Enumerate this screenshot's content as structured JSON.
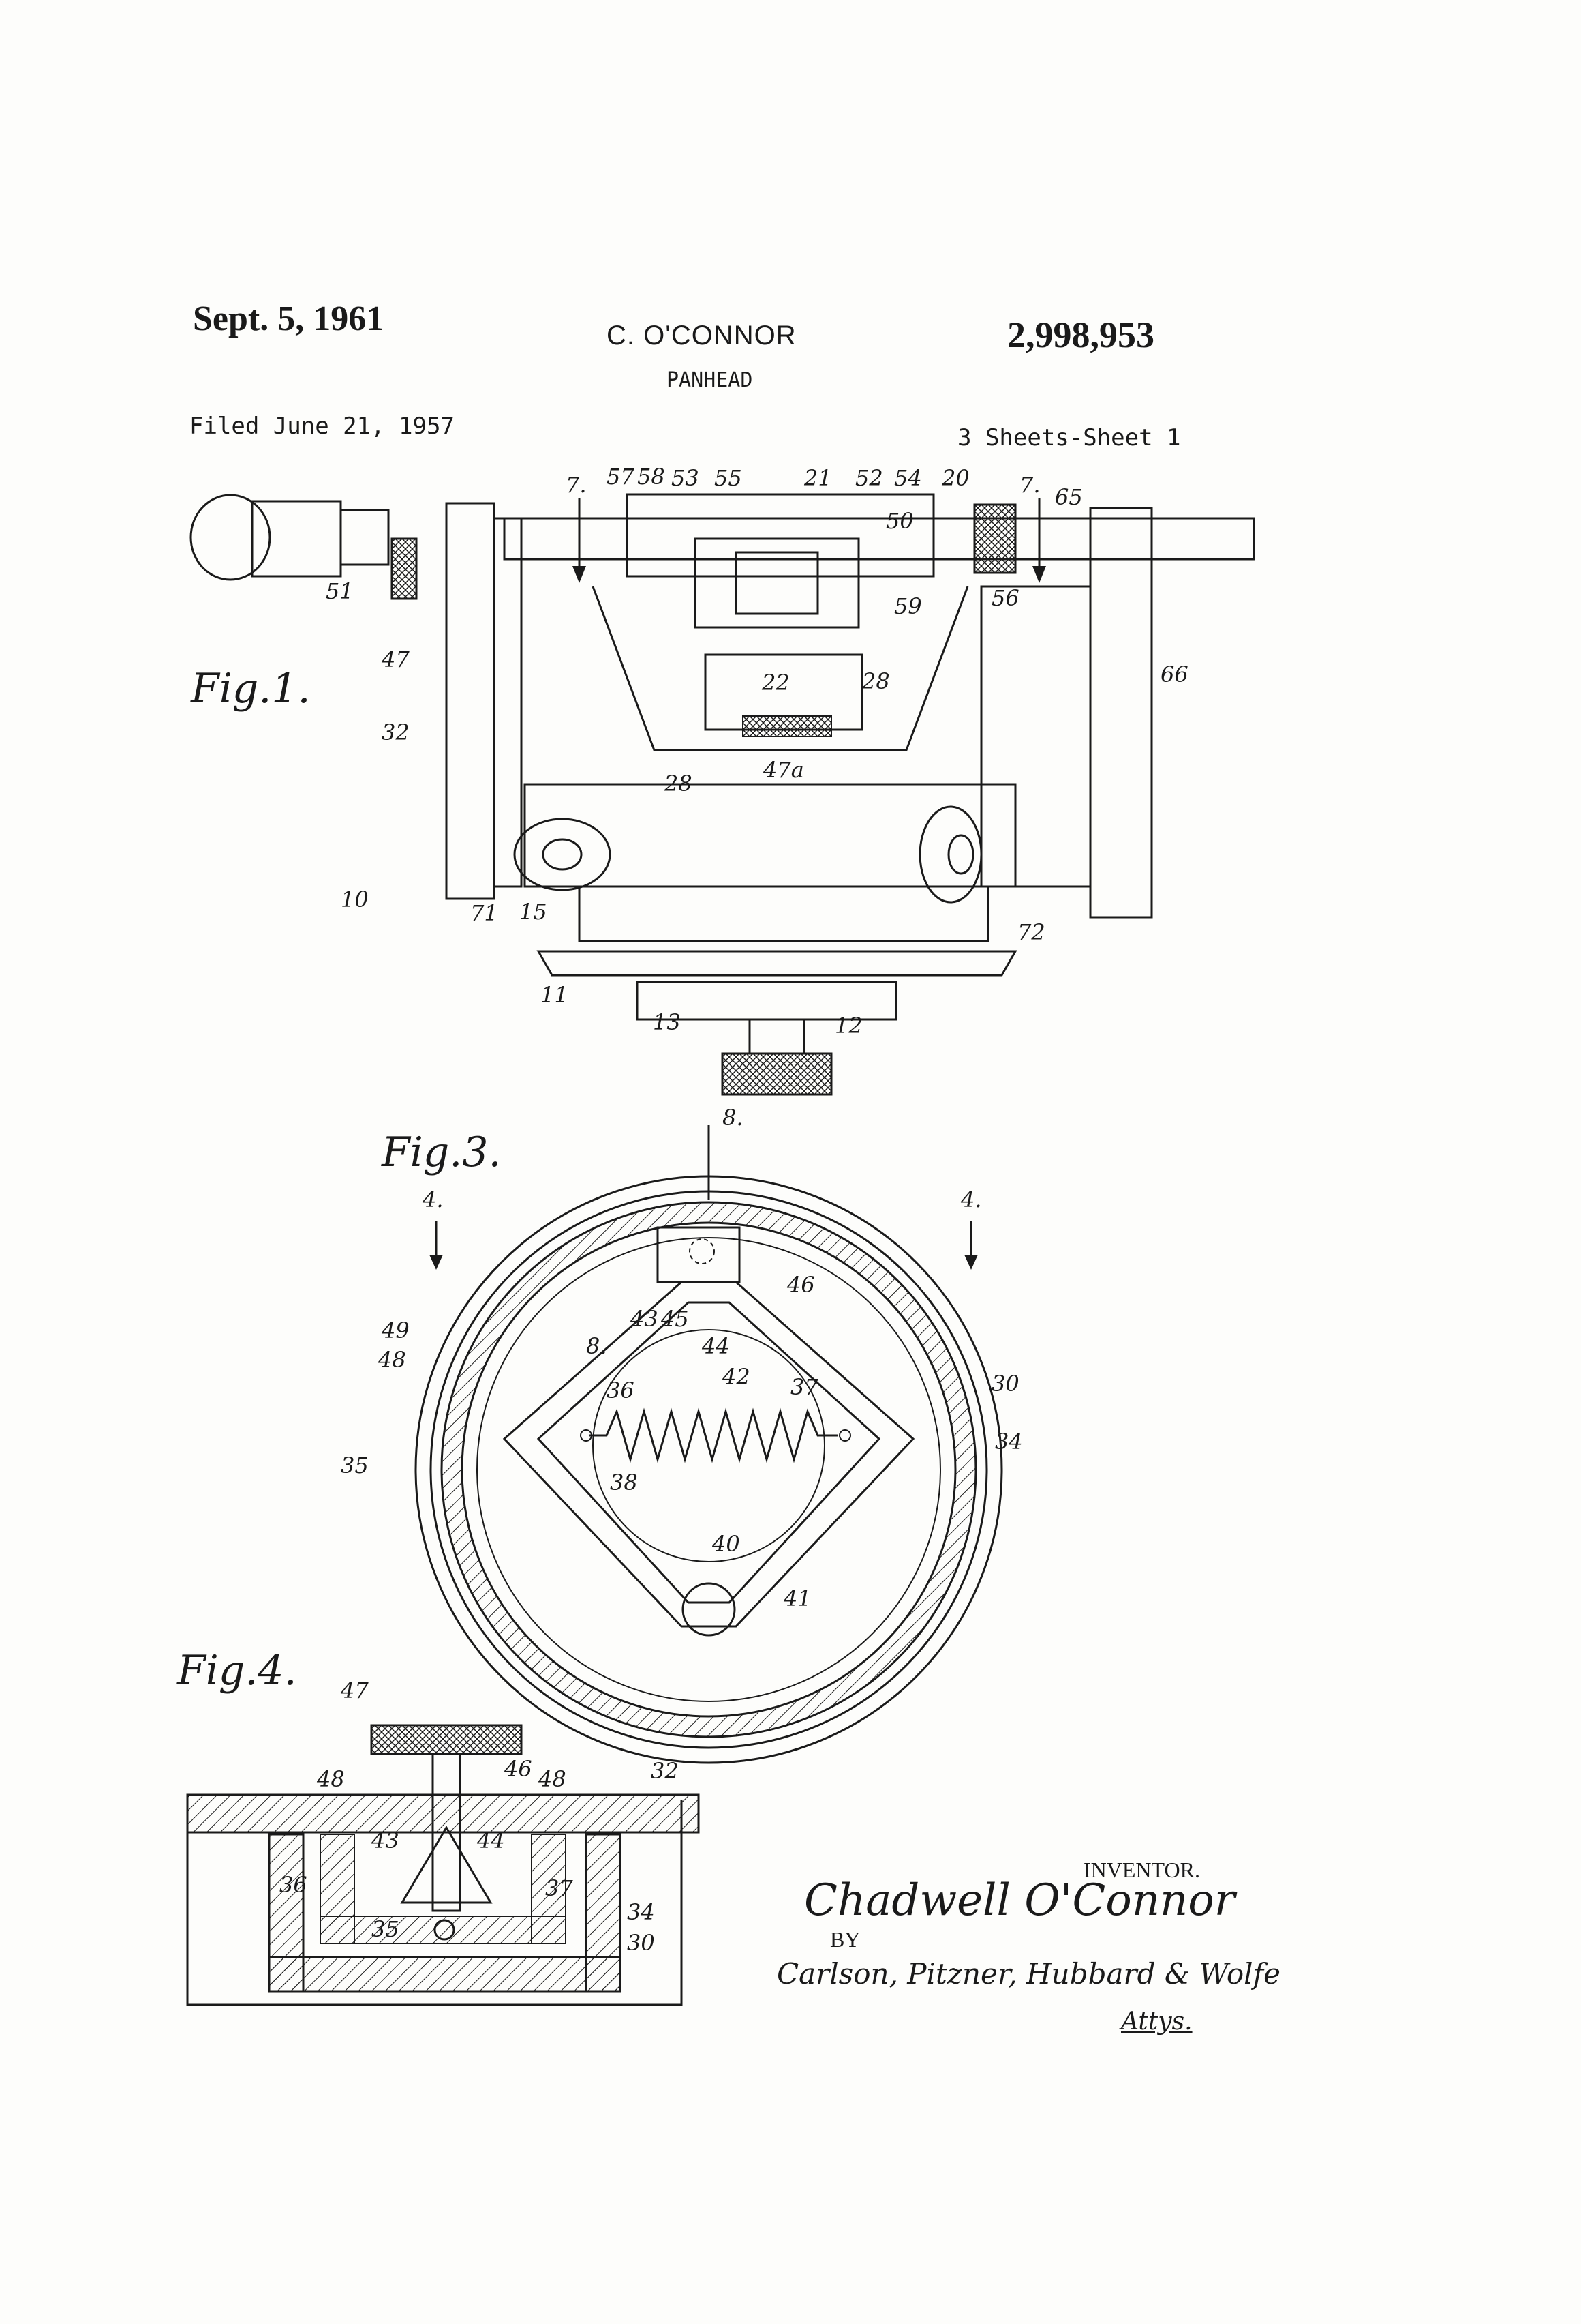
{
  "header": {
    "date": "Sept. 5, 1961",
    "inventor": "C. O'CONNOR",
    "patent_number": "2,998,953",
    "title": "PANHEAD",
    "filed": "Filed June 21, 1957",
    "sheets": "3 Sheets-Sheet 1"
  },
  "figures": {
    "fig1": {
      "label": "Fig.1.",
      "refs": [
        "57",
        "58",
        "53",
        "55",
        "21",
        "52",
        "54",
        "20",
        "7.",
        "7.",
        "65",
        "51",
        "47",
        "56",
        "50",
        "59",
        "22",
        "28",
        "28",
        "66",
        "32",
        "47a",
        "10",
        "71",
        "15",
        "72",
        "11",
        "13",
        "12"
      ]
    },
    "fig3": {
      "label": "Fig.3.",
      "refs": [
        "8.",
        "4.",
        "4.",
        "46",
        "43",
        "45",
        "44",
        "8.",
        "49",
        "48",
        "36",
        "42",
        "37",
        "30",
        "34",
        "35",
        "38",
        "40",
        "41"
      ]
    },
    "fig4": {
      "label": "Fig.4.",
      "refs": [
        "47",
        "46",
        "32",
        "48",
        "48",
        "43",
        "44",
        "36",
        "37",
        "34",
        "35",
        "30"
      ]
    }
  },
  "signature": {
    "inventor_label": "INVENTOR.",
    "inventor_name": "Chadwell O'Connor",
    "by": "BY",
    "attorneys": "Carlson, Pitzner, Hubbard & Wolfe",
    "attys_label": "Attys."
  },
  "colors": {
    "ink": "#1a1a1a",
    "paper": "#fdfdfb"
  }
}
